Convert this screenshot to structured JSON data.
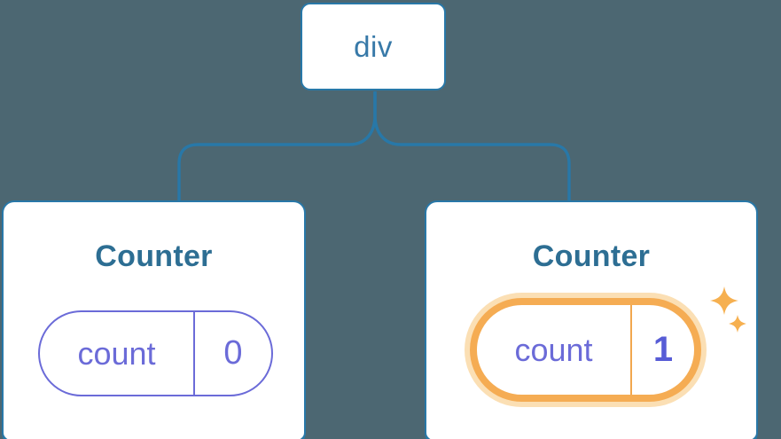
{
  "diagram": {
    "root_node": {
      "label": "div"
    },
    "nodes": [
      {
        "title": "Counter",
        "state_key": "count",
        "state_value": "0",
        "highlighted": false
      },
      {
        "title": "Counter",
        "state_key": "count",
        "state_value": "1",
        "highlighted": true
      }
    ],
    "highlight_icon": "sparkles"
  },
  "colors": {
    "background": "#4C6772",
    "connector_blue": "#2878A8",
    "root_label_blue": "#3779A8",
    "node_title_blue": "#2D6E93",
    "state_purple": "#6B6BD8",
    "state_value_bold_purple": "#575CD6",
    "highlight_orange": "#F5AC53",
    "highlight_glow": "#FBDFB4",
    "card_background": "#FFFFFF"
  }
}
